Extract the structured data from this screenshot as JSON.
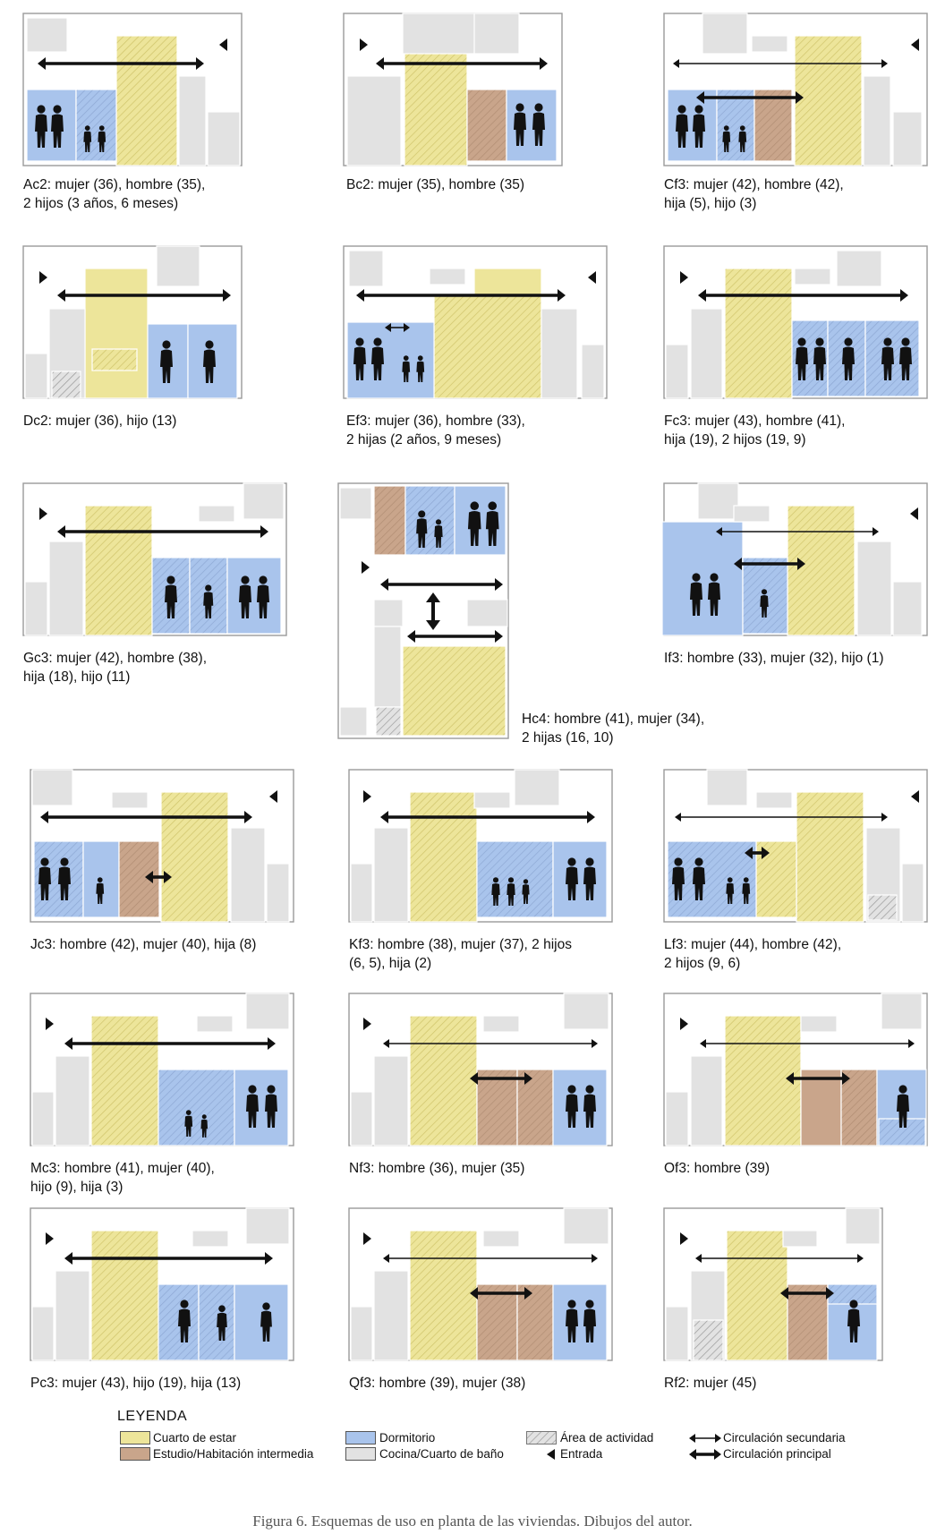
{
  "colors": {
    "living": "#ede59a",
    "study": "#c9a58b",
    "bedroom": "#a9c4ec",
    "service": "#e2e2e2",
    "wall": "#8a8a8a",
    "person": "#111111"
  },
  "plans": [
    {
      "id": "Ac2",
      "caption": [
        "Ac2: mujer (36), hombre (35),",
        "2 hijos (3 años, 6 meses)"
      ]
    },
    {
      "id": "Bc2",
      "caption": [
        "Bc2: mujer (35), hombre (35)"
      ]
    },
    {
      "id": "Cf3",
      "caption": [
        "Cf3: mujer (42), hombre (42),",
        "hija (5), hijo (3)"
      ]
    },
    {
      "id": "Dc2",
      "caption": [
        "Dc2: mujer (36), hijo (13)"
      ]
    },
    {
      "id": "Ef3",
      "caption": [
        "Ef3: mujer (36), hombre (33),",
        "2 hijas (2 años, 9 meses)"
      ]
    },
    {
      "id": "Fc3",
      "caption": [
        "Fc3: mujer (43), hombre (41),",
        "hija (19), 2 hijos (19, 9)"
      ]
    },
    {
      "id": "Gc3",
      "caption": [
        "Gc3: mujer (42), hombre (38),",
        "hija (18), hijo (11)"
      ]
    },
    {
      "id": "Hc4",
      "caption": [
        "Hc4: hombre (41), mujer (34),",
        "2 hijas (16, 10)"
      ]
    },
    {
      "id": "If3",
      "caption": [
        "If3: hombre (33), mujer (32), hijo (1)"
      ]
    },
    {
      "id": "Jc3",
      "caption": [
        "Jc3: hombre (42), mujer (40), hija (8)"
      ]
    },
    {
      "id": "Kf3",
      "caption": [
        "Kf3: hombre (38), mujer (37), 2 hijos",
        "(6, 5), hija (2)"
      ]
    },
    {
      "id": "Lf3",
      "caption": [
        "Lf3: mujer (44), hombre (42),",
        "2 hijos (9, 6)"
      ]
    },
    {
      "id": "Mc3",
      "caption": [
        "Mc3: hombre (41), mujer (40),",
        "hijo (9), hija (3)"
      ]
    },
    {
      "id": "Nf3",
      "caption": [
        "Nf3: hombre (36), mujer (35)"
      ]
    },
    {
      "id": "Of3",
      "caption": [
        "Of3: hombre (39)"
      ]
    },
    {
      "id": "Pc3",
      "caption": [
        "Pc3: mujer (43), hijo (19), hija (13)"
      ]
    },
    {
      "id": "Qf3",
      "caption": [
        "Qf3: hombre (39), mujer (38)"
      ]
    },
    {
      "id": "Rf2",
      "caption": [
        "Rf2: mujer (45)"
      ]
    }
  ],
  "legend": {
    "title": "LEYENDA",
    "living": "Cuarto de estar",
    "study": "Estudio/Habitación intermedia",
    "bedroom": "Dormitorio",
    "service": "Cocina/Cuarto de baño",
    "activity": "Área de actividad",
    "entry": "Entrada",
    "secondary": "Circulación secundaria",
    "main": "Circulación principal",
    "activity_icon": "hatched-swatch",
    "entry_icon": "triangle-left-icon",
    "secondary_icon": "thin-double-arrow-icon",
    "main_icon": "thick-double-arrow-icon"
  },
  "figure_caption": "Figura 6. Esquemas de uso en planta de las viviendas. Dibujos del autor."
}
